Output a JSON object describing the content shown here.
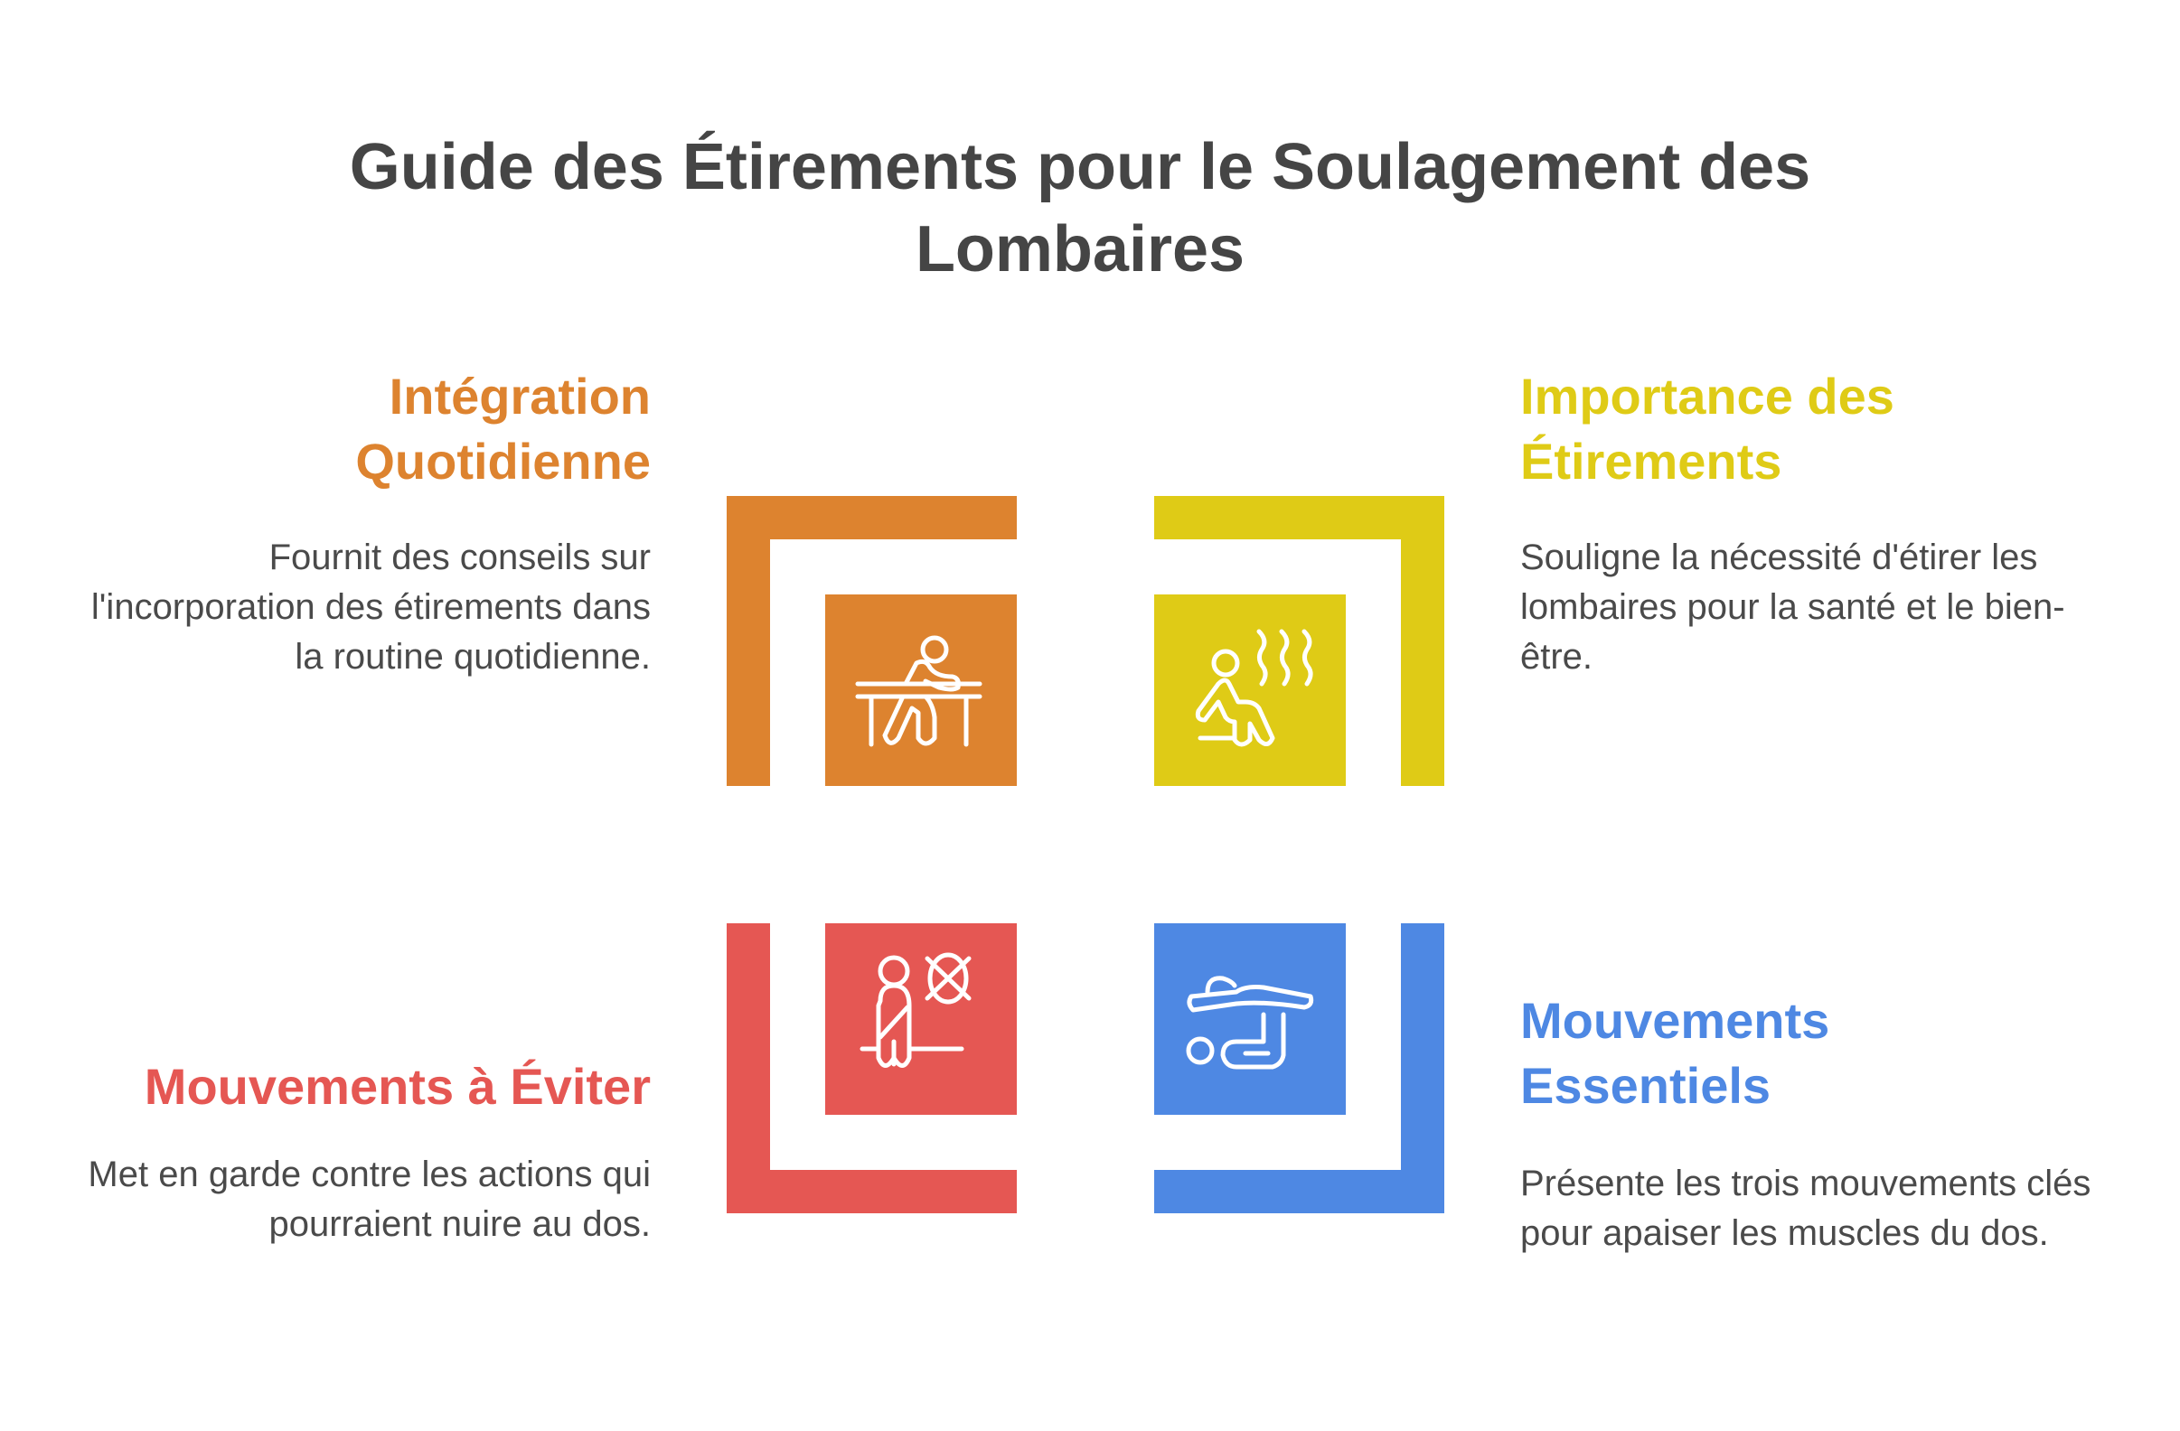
{
  "title": "Guide des Étirements pour le Soulagement des Lombaires",
  "colors": {
    "orange": "#DD832F",
    "yellow": "#DFCB16",
    "red": "#E55753",
    "blue": "#4E88E3"
  },
  "sections": [
    {
      "heading": "Intégration Quotidienne",
      "text": "Fournit des conseils sur l'incorporation des étirements dans la routine quotidienne.",
      "icon": "desk-stretch-icon"
    },
    {
      "heading": "Importance des Étirements",
      "text": "Souligne la nécessité d'étirer les lombaires pour la santé et le bien-être.",
      "icon": "sauna-relax-icon"
    },
    {
      "heading": "Mouvements à Éviter",
      "text": "Met en garde contre les actions qui pourraient nuire au dos.",
      "icon": "avoid-movement-icon"
    },
    {
      "heading": "Mouvements Essentiels",
      "text": "Présente les trois mouvements clés pour apaiser les muscles du dos.",
      "icon": "back-stretch-icon"
    }
  ]
}
